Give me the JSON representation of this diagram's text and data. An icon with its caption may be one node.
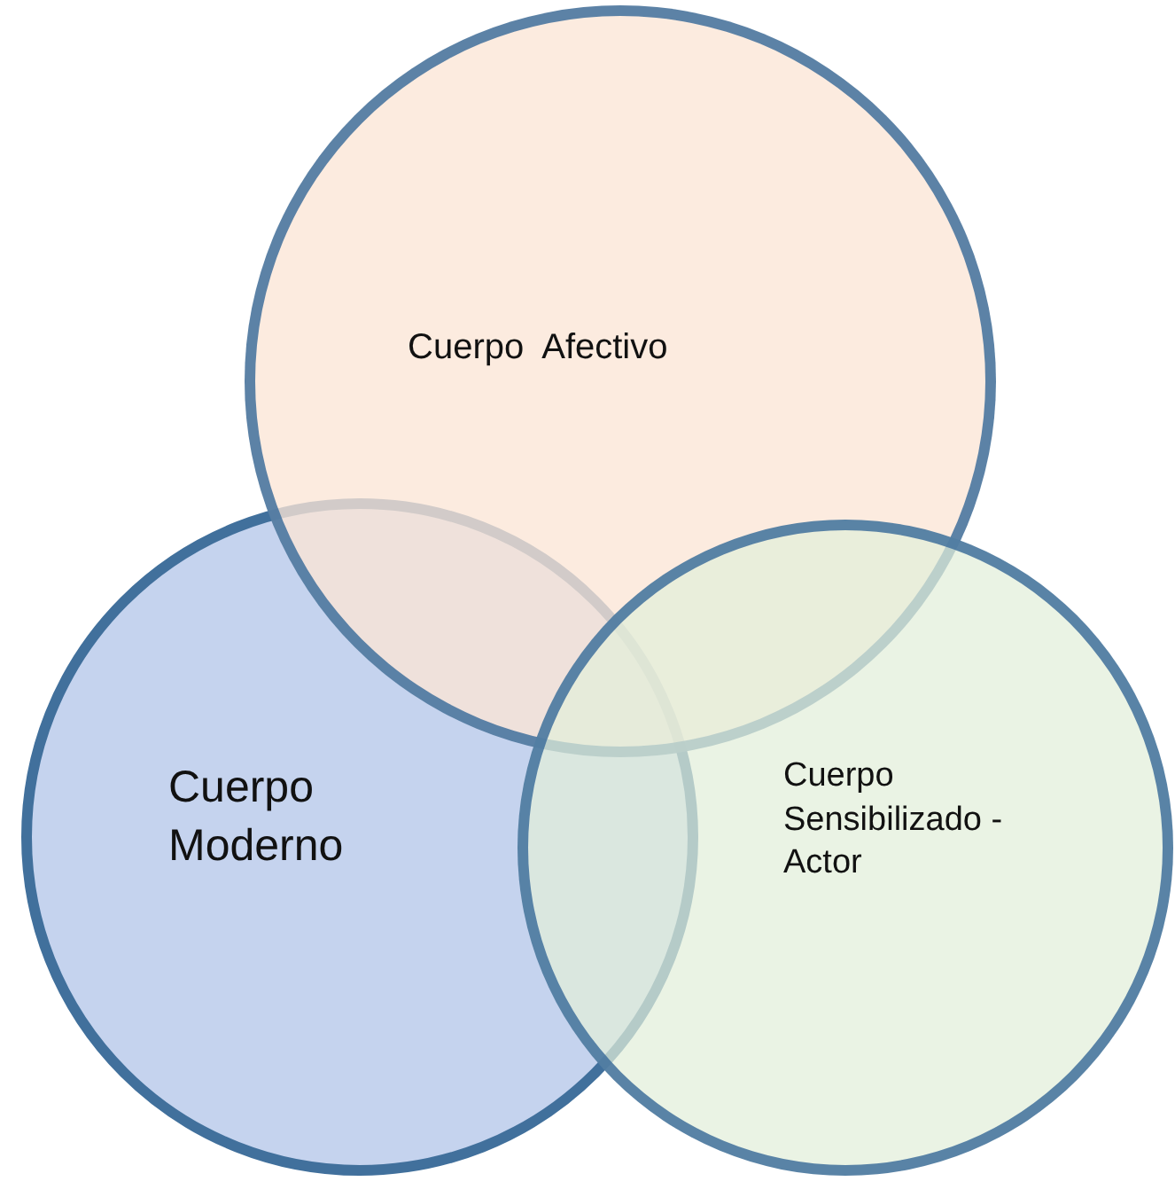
{
  "diagram": {
    "nodes": [
      {
        "text": [
          "Cuerpo  Afectivo"
        ]
      },
      {
        "text": [
          "Cuerpo Moderno"
        ]
      },
      {
        "text": [
          "Cuerpo Sensibilizado - Actor"
        ]
      }
    ]
  }
}
